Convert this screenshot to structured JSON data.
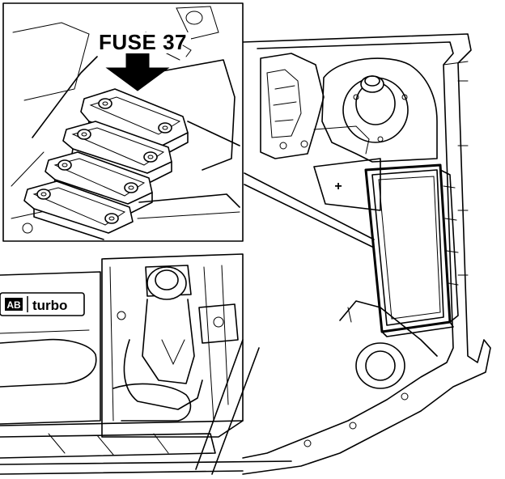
{
  "callout": {
    "label": "FUSE 37"
  },
  "badge": {
    "logo_text": "AB",
    "model_text": "turbo"
  },
  "fuse_box": {
    "plus_sign": "+"
  },
  "icons": [
    "arrow-down-icon",
    "screw-icon"
  ]
}
